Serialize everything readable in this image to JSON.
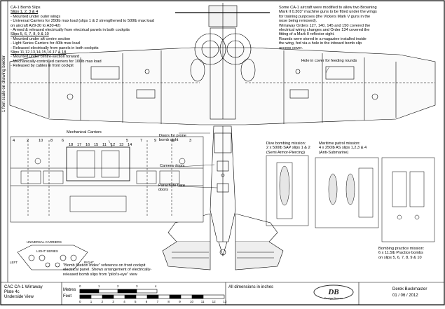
{
  "bomb_slips": {
    "title": "CA-1 Bomb Slips",
    "lines": [
      {
        "text": "Slips 1, 2, 3 & 4",
        "u": true
      },
      {
        "text": "- Mounted under outer wings"
      },
      {
        "text": "- Universal Carriers for 250lb max load (slips 1 & 2 strengthened to 500lb max load"
      },
      {
        "text": "   on aircraft A29-30 to A30-42)"
      },
      {
        "text": "- Armed & released electrically from electrical panels in both cockpits"
      },
      {
        "text": "Slips 5, 6, 7, 8, 9 & 10",
        "u": true
      },
      {
        "text": "- Mounted under aft centre section"
      },
      {
        "text": "- Light Series Carriers for 40lb max load"
      },
      {
        "text": "- Released electrically from panels in both cockpits"
      },
      {
        "text": "Slips 11,12,13,14,15,16,17 & 18",
        "u": true
      },
      {
        "text": "- Mounted under centre-section forward"
      },
      {
        "text": "- Mechanically-controlled carriers for 100lb max load"
      },
      {
        "text": "- Released by cables in front cockpit"
      }
    ]
  },
  "browning_note": [
    "Some CA-1 aircraft were modified to allow two Browning",
    "Mark II 0.303\" machine guns to be fitted under the wings",
    "for training purposes (the Vickers Mark V guns in the",
    "nose being removed).",
    "Wirraway Orders 127, 140, 145 and 150 covered the",
    "electrical wiring changes and Order 134 covered the",
    "fitting of a Mark II reflector sight.",
    "Rounds were stored in a magazine installed inside",
    "the wing, fed via a hole in the inboard bomb slip",
    "access cover."
  ],
  "labels": {
    "hole_in_cover": "Hole in cover for feeding rounds",
    "mechanical_carriers": "Mechanical Carriers",
    "doors_prone": [
      "Doors for prone",
      "bomb sight"
    ],
    "camera_doors": "Camera doors",
    "parachute_doors": [
      "Parachute flare",
      "doors"
    ],
    "dive_bombing": [
      "Dive bombing mission:",
      "2 x 500lb SAP slips 1 & 2",
      "(Semi Armor-Piercing)"
    ],
    "maritime": [
      "Maritime patrol mission:",
      "4 x 250lb AS slips 1,2,3 & 4",
      "(Anti-Submarine)"
    ],
    "bombing_practice": [
      "Bombing practice mission:",
      "6 x 11.5lb Practice bombs",
      "on slips 5, 6, 7, 8, 9 & 10"
    ],
    "bomb_station_index": [
      "\"Bomb Station Index\" reference on front cockpit",
      "electrical panel. Shows arrangement of electrically-",
      "released bomb slips from \"pilot's-eye\" view"
    ],
    "universal_carriers": "UNIVERSAL CARRIERS",
    "light_series": "LIGHT SERIES",
    "index_left": "LEFT",
    "index_right": "RIGHT",
    "vertical_note": "1 foot scale on drawing border",
    "slip_numbers_left": [
      "4",
      "2",
      "10",
      "8",
      "6"
    ],
    "slip_numbers_right": [
      "5",
      "7",
      "9",
      "1",
      "3"
    ],
    "mech_numbers_left": [
      "18",
      "17",
      "16",
      "15"
    ],
    "mech_numbers_right": [
      "11",
      "12",
      "13",
      "14"
    ]
  },
  "title_block": {
    "line1": "CAC CA-1 Wirraway",
    "line2": "Plate 4c",
    "line3": "Underside View",
    "metres": "Metres",
    "feet": "Feet",
    "metre_ticks": [
      "0",
      "1",
      "2",
      "3",
      "4"
    ],
    "feet_ticks": [
      "0",
      "1",
      "2",
      "3",
      "4",
      "5",
      "6",
      "7",
      "8",
      "9",
      "10",
      "11",
      "12",
      "13"
    ],
    "dimensions": "All dimensions in inches",
    "logo_text": "DB",
    "logo_sub": "Design Bureau",
    "author": "Derek Buckmaster",
    "date": "01 / 06 / 2012"
  }
}
